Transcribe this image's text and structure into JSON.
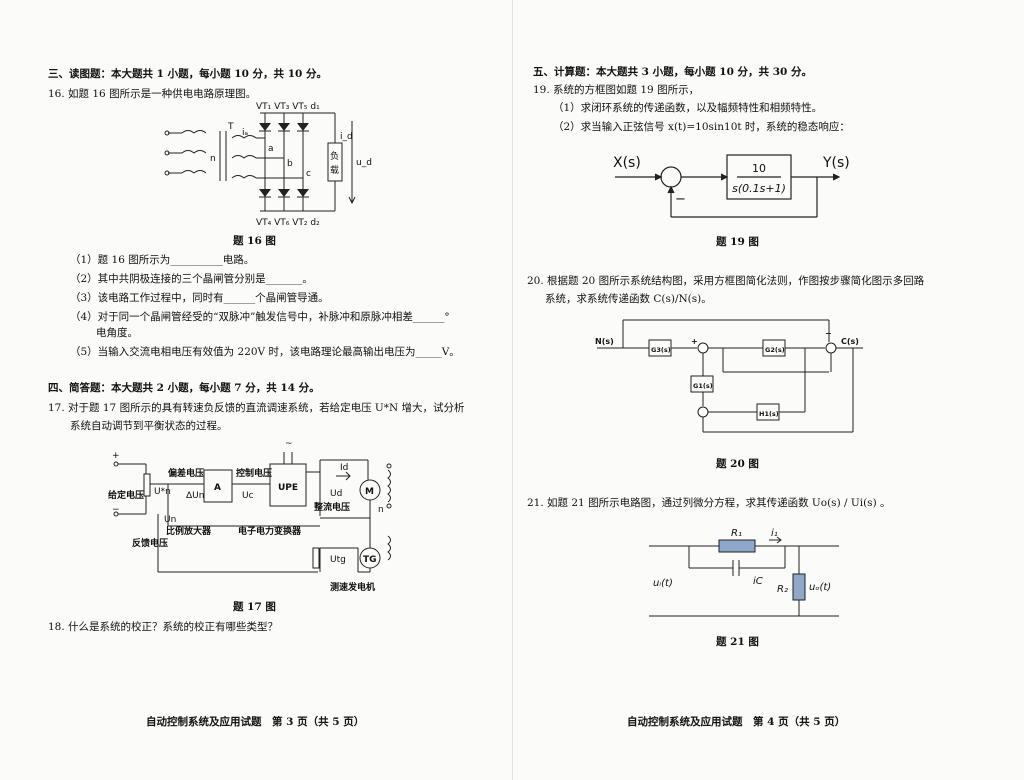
{
  "left": {
    "sec3": "三、读图题：本大题共 1 小题，每小题 10 分，共 10 分。",
    "q16": "16. 如题 16 图所示是一种供电电路原理图。",
    "fig16_caption": "题 16 图",
    "fig16_labels": {
      "top": "VT₁ VT₃ VT₅ d₁",
      "bottom": "VT₄ VT₆ VT₂ d₂",
      "T": "T",
      "ia": "iₐ",
      "n": "n",
      "a": "a",
      "b": "b",
      "c": "c",
      "id": "i_d",
      "load1": "负",
      "load2": "载",
      "ud": "u_d"
    },
    "q16_items": [
      "（1）题 16 图所示为__________电路。",
      "（2）其中共阴极连接的三个晶闸管分别是_______。",
      "（3）该电路工作过程中，同时有______个晶闸管导通。",
      "（4）对于同一个晶闸管经受的“双脉冲”触发信号中，补脉冲和原脉冲相差______°",
      "电角度。",
      "（5）当输入交流电相电压有效值为 220V 时，该电路理论最高输出电压为_____V。"
    ],
    "sec4": "四、简答题：本大题共 2 小题，每小题 7 分，共 14 分。",
    "q17a": "17. 对于题 17 图所示的具有转速负反馈的直流调速系统，若给定电压 U*N 增大，试分析",
    "q17b": "系统自动调节到平衡状态的过程。",
    "fig17_labels": {
      "bias": "偏差电压",
      "ctrl": "控制电压",
      "given": "给定电压",
      "un_star": "U*n",
      "delta_un": "ΔUn",
      "uc": "Uc",
      "A": "A",
      "upe": "UPE",
      "tilde": "~",
      "id": "Id",
      "ud": "Ud",
      "M": "M",
      "amp": "比例放大器",
      "conv": "电子电力变换器",
      "rect": "整流电压",
      "un": "Un",
      "fb": "反馈电压",
      "utg": "Utg",
      "TG": "TG",
      "tach": "测速发电机",
      "plus": "+",
      "minus": "−",
      "n": "n"
    },
    "fig17_caption": "题 17 图",
    "q18": "18. 什么是系统的校正？系统的校正有哪些类型？",
    "footer": "自动控制系统及应用试题　第 3 页（共 5 页）"
  },
  "right": {
    "sec5": "五、计算题：本大题共 3 小题，每小题 10 分，共 30 分。",
    "q19": "19. 系统的方框图如题 19 图所示，",
    "q19_items": [
      "（1）求闭环系统的传递函数，以及幅频特性和相频特性。",
      "（2）求当输入正弦信号 x(t)=10sin10t 时，系统的稳态响应："
    ],
    "fig19_labels": {
      "in": "X(s)",
      "out": "Y(s)",
      "num": "10",
      "den": "s(0.1s+1)",
      "minus": "−"
    },
    "fig19_caption": "题 19 图",
    "q20a": "20. 根据题 20 图所示系统结构图，采用方框图简化法则，作图按步骤简化图示多回路",
    "q20b": "系统，求系统传递函数 C(s)/N(s)。",
    "fig20_labels": {
      "N": "N(s)",
      "C": "C(s)",
      "G1": "G1(s)",
      "G2": "G2(s)",
      "G3": "G3(s)",
      "H1": "H1(s)",
      "plus": "+",
      "minus": "−"
    },
    "fig20_caption": "题 20 图",
    "q21": "21. 如题 21 图所示电路图，通过列微分方程，求其传递函数 Uo(s) / Ui(s) 。",
    "fig21_labels": {
      "R1": "R₁",
      "R2": "R₂",
      "i1": "i₁",
      "iC": "iC",
      "ui": "uᵢ(t)",
      "uo": "uₒ(t)"
    },
    "fig21_caption": "题 21 图",
    "footer": "自动控制系统及应用试题　第 4 页（共 5 页）"
  }
}
